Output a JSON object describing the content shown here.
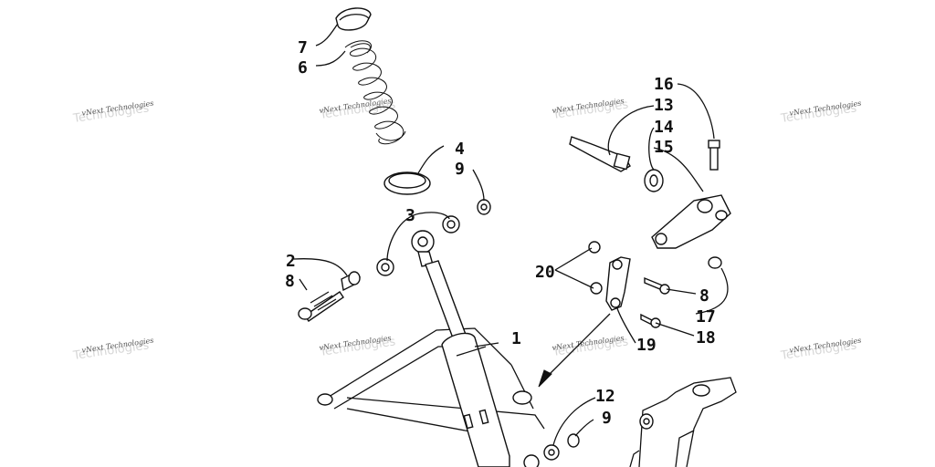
{
  "diagram": {
    "callouts": [
      "1",
      "2",
      "3",
      "4",
      "6",
      "7",
      "8",
      "8",
      "9",
      "9",
      "12",
      "13",
      "14",
      "15",
      "16",
      "17",
      "18",
      "19",
      "20"
    ]
  },
  "watermark": {
    "line1": "vNext Technologies",
    "line2": "Technologies"
  }
}
